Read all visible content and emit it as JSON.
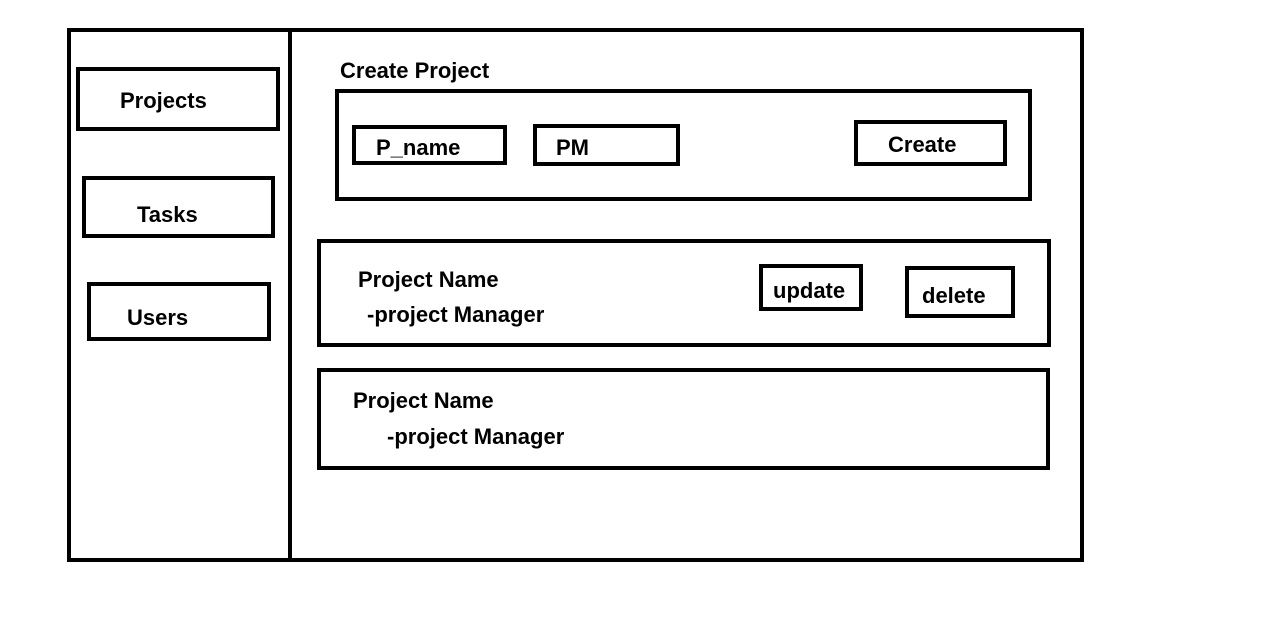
{
  "sidebar": {
    "items": [
      {
        "label": "Projects"
      },
      {
        "label": "Tasks"
      },
      {
        "label": "Users"
      }
    ]
  },
  "create_section": {
    "title": "Create Project",
    "name_field": "P_name",
    "pm_field": "PM",
    "create_label": "Create"
  },
  "projects": [
    {
      "name": "Project Name",
      "manager": "-project Manager",
      "update_label": "update",
      "delete_label": "delete"
    },
    {
      "name": "Project Name",
      "manager": "-project Manager"
    }
  ]
}
